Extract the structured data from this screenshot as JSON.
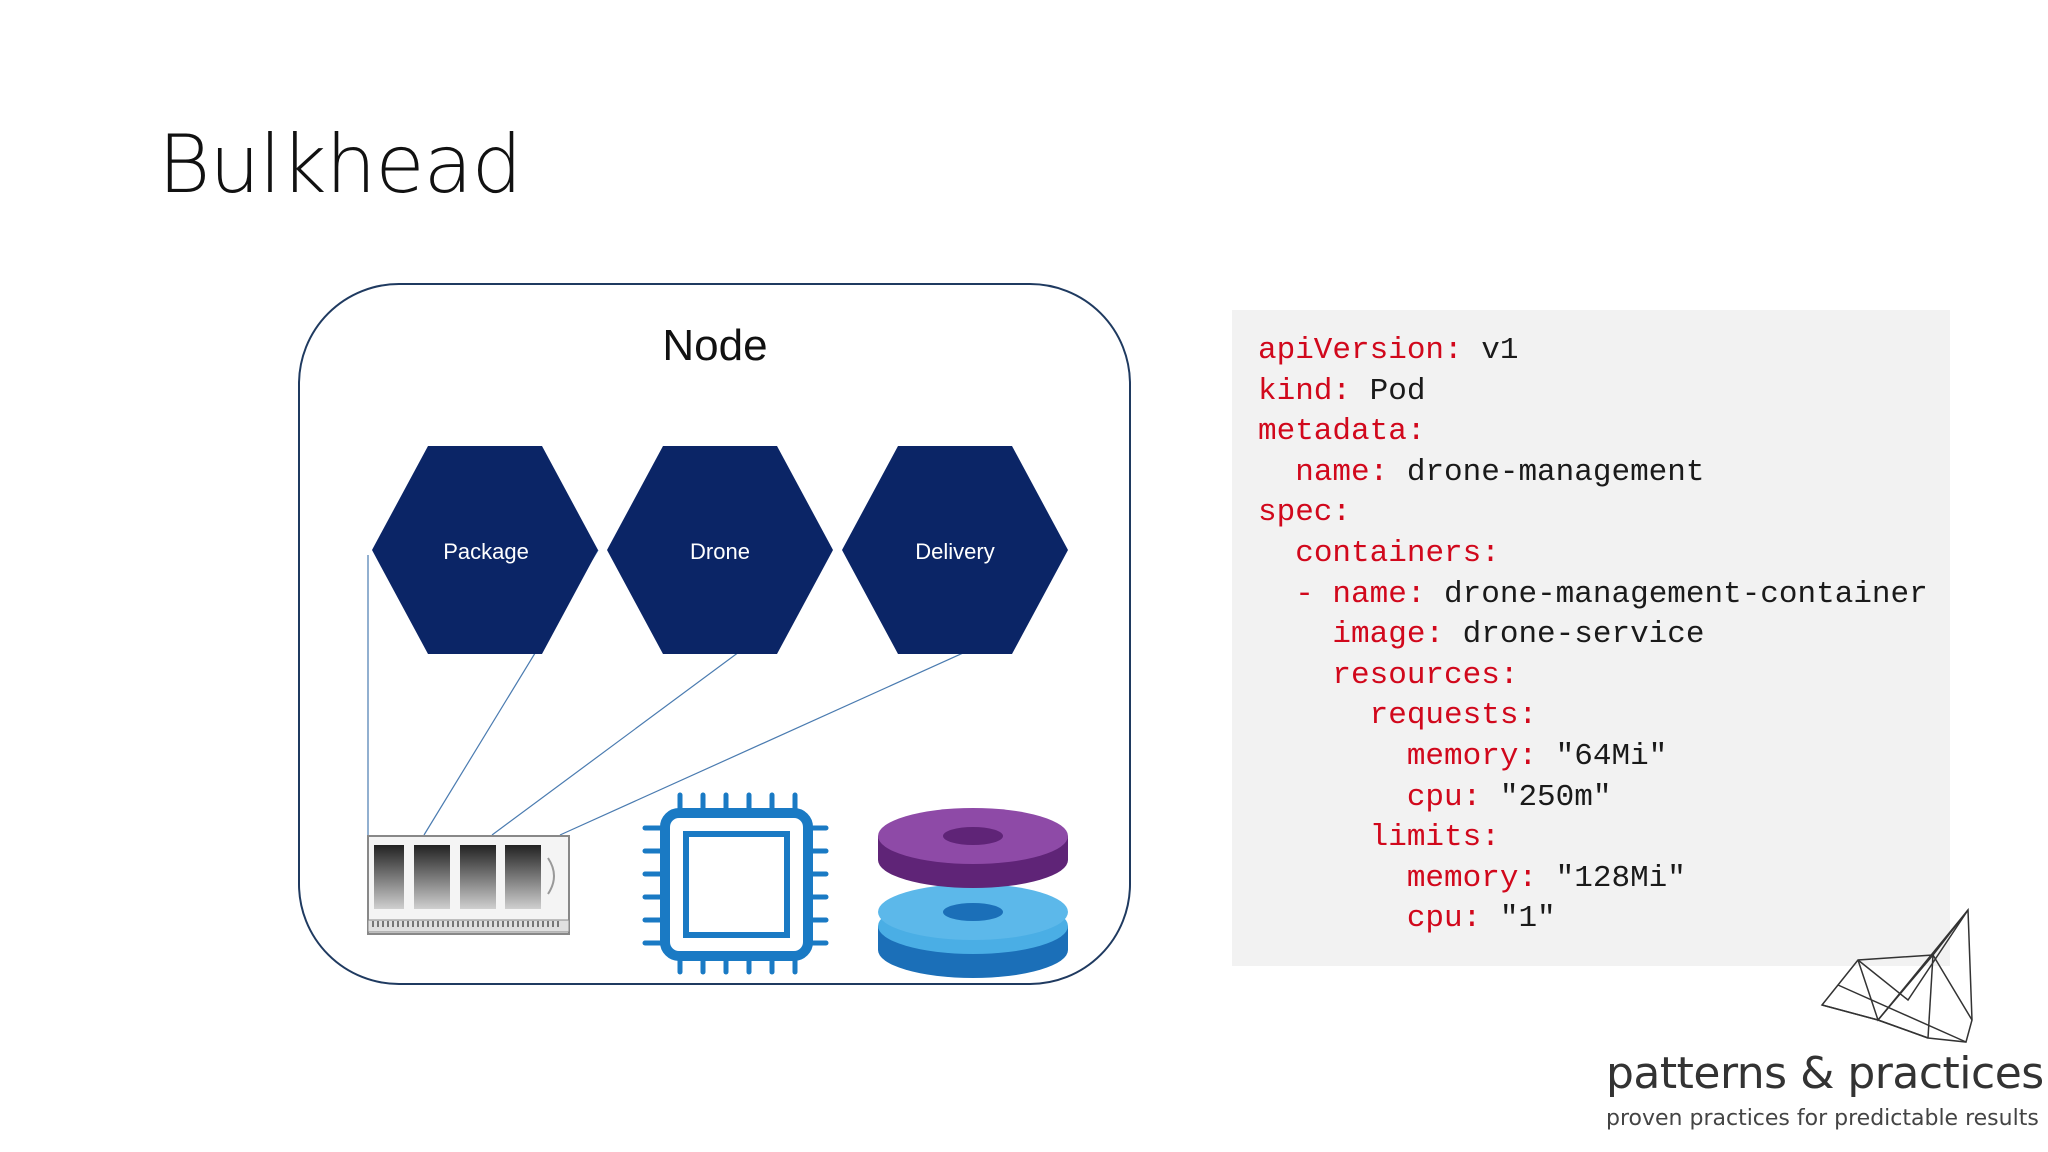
{
  "slide": {
    "title": "Bulkhead"
  },
  "node": {
    "label": "Node",
    "services": [
      "Package",
      "Drone",
      "Delivery"
    ],
    "resources": [
      "memory-chip-icon",
      "cpu-icon",
      "disk-icon"
    ],
    "colors": {
      "hexagon": "#0b2566",
      "border": "#1f3a60",
      "cpu": "#1a7ac4",
      "disk_top": "#7b3a93",
      "disk_bottom": "#2b8fd4"
    }
  },
  "code": {
    "lines": [
      {
        "indent": "",
        "key": "apiVersion:",
        "value": " v1"
      },
      {
        "indent": "",
        "key": "kind:",
        "value": " Pod"
      },
      {
        "indent": "",
        "key": "metadata:",
        "value": ""
      },
      {
        "indent": "  ",
        "key": "name:",
        "value": " drone-management"
      },
      {
        "indent": "",
        "key": "spec:",
        "value": ""
      },
      {
        "indent": "  ",
        "key": "containers:",
        "value": ""
      },
      {
        "indent": "  ",
        "key": "- name:",
        "value": " drone-management-container"
      },
      {
        "indent": "    ",
        "key": "image:",
        "value": " drone-service"
      },
      {
        "indent": "    ",
        "key": "resources:",
        "value": ""
      },
      {
        "indent": "      ",
        "key": "requests:",
        "value": ""
      },
      {
        "indent": "        ",
        "key": "memory:",
        "value": " \"64Mi\""
      },
      {
        "indent": "        ",
        "key": "cpu:",
        "value": " \"250m\""
      },
      {
        "indent": "      ",
        "key": "limits:",
        "value": ""
      },
      {
        "indent": "        ",
        "key": "memory:",
        "value": " \"128Mi\""
      },
      {
        "indent": "        ",
        "key": "cpu:",
        "value": " \"1\""
      }
    ],
    "colors": {
      "key": "#d1081c",
      "value": "#1a1a1a",
      "background": "#f2f2f2"
    }
  },
  "logo": {
    "brand": "patterns & practices",
    "tagline": "proven practices for predictable results"
  }
}
